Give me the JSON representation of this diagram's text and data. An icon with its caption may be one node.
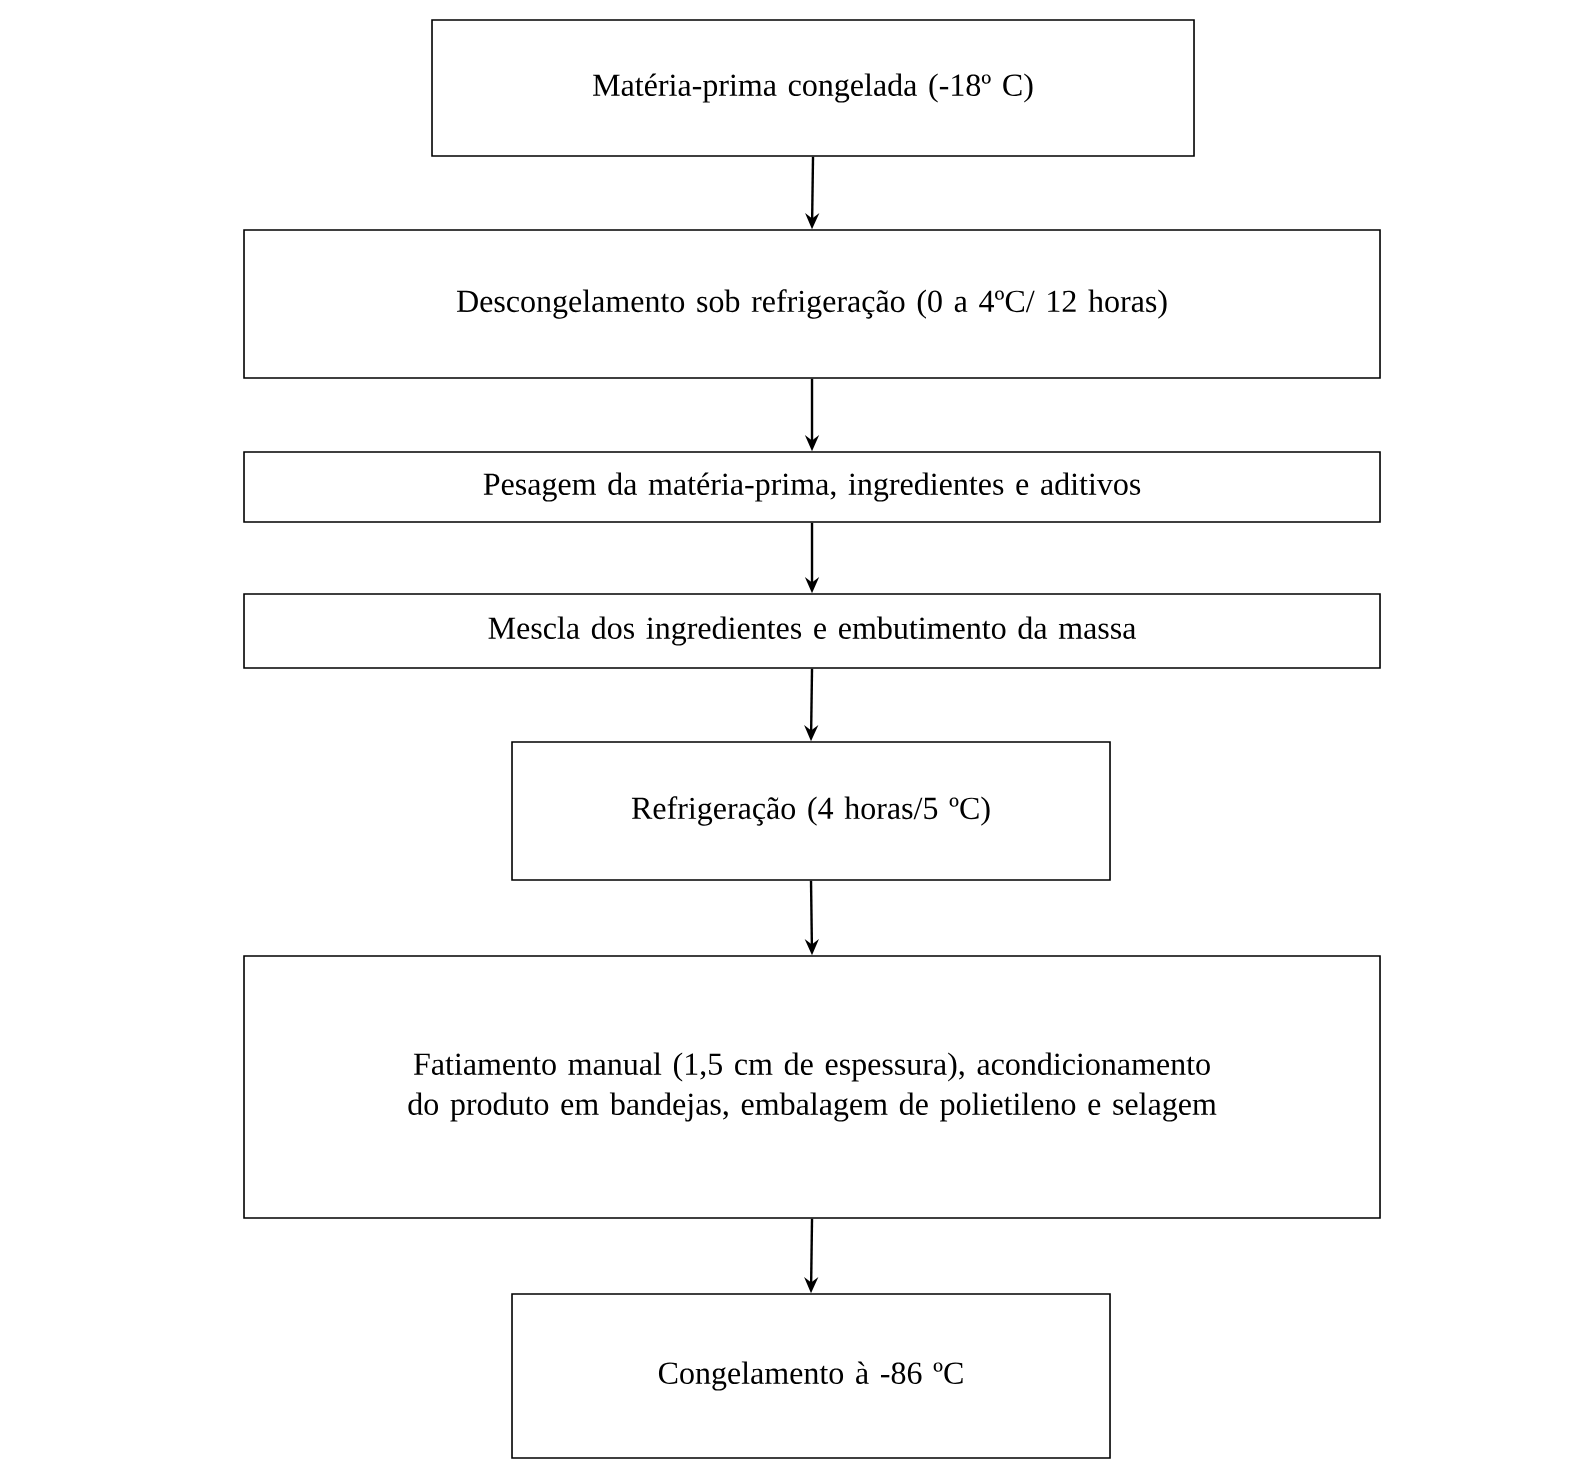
{
  "diagram": {
    "nodes": [
      {
        "text": [
          "Matéria-prima congelada (-18º C)"
        ]
      },
      {
        "text": [
          "Descongelamento sob refrigeração (0 a 4ºC/ 12 horas)"
        ]
      },
      {
        "text": [
          "Pesagem da matéria-prima, ingredientes e aditivos"
        ]
      },
      {
        "text": [
          "Mescla dos ingredientes e embutimento da massa"
        ]
      },
      {
        "text": [
          "Refrigeração (4 horas/5 ºC)"
        ]
      },
      {
        "text": [
          "Fatiamento manual (1,5 cm de espessura), acondicionamento do produto em bandejas, embalagem de polietileno e selagem"
        ]
      },
      {
        "text": [
          "Congelamento à -86 ºC"
        ]
      }
    ],
    "edges": [
      {
        "from": 0,
        "to": 1,
        "arrow": "to"
      },
      {
        "from": 1,
        "to": 2,
        "arrow": "to"
      },
      {
        "from": 2,
        "to": 3,
        "arrow": "to"
      },
      {
        "from": 3,
        "to": 4,
        "arrow": "to"
      },
      {
        "from": 4,
        "to": 5,
        "arrow": "to"
      },
      {
        "from": 5,
        "to": 6,
        "arrow": "to"
      }
    ]
  }
}
